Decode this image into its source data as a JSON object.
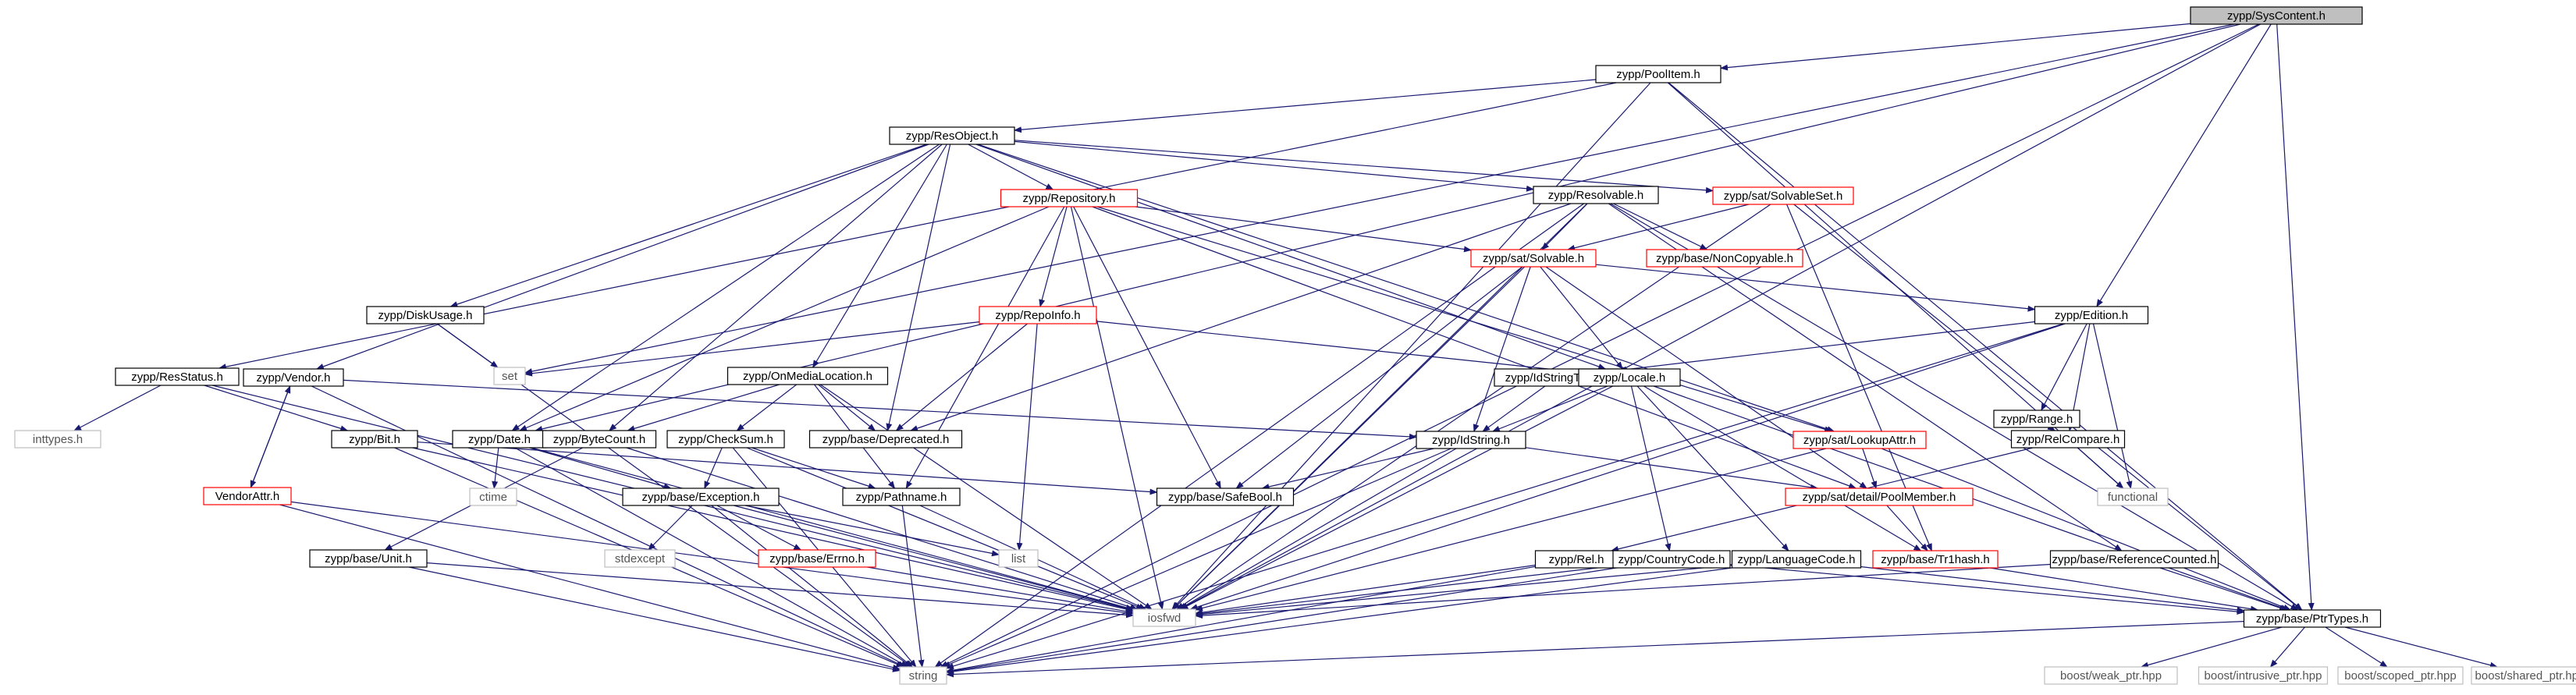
{
  "colors": {
    "edge": "#191970",
    "node_border_normal": "#000000",
    "node_border_missing": "#ff0000",
    "node_border_system": "#bfbfbf",
    "node_fill_root": "#bfbfbf",
    "node_text": "#000000",
    "system_text": "#555555"
  },
  "nodes": [
    {
      "id": "syscontent",
      "label": "zypp/SysContent.h",
      "kind": "root"
    },
    {
      "id": "poolitem",
      "label": "zypp/PoolItem.h",
      "kind": "normal"
    },
    {
      "id": "resobject",
      "label": "zypp/ResObject.h",
      "kind": "normal"
    },
    {
      "id": "repository",
      "label": "zypp/Repository.h",
      "kind": "missing"
    },
    {
      "id": "resolvable",
      "label": "zypp/Resolvable.h",
      "kind": "normal"
    },
    {
      "id": "solvableset",
      "label": "zypp/sat/SolvableSet.h",
      "kind": "missing"
    },
    {
      "id": "noncopyable",
      "label": "zypp/base/NonCopyable.h",
      "kind": "missing"
    },
    {
      "id": "solvable",
      "label": "zypp/sat/Solvable.h",
      "kind": "missing"
    },
    {
      "id": "repoinfo",
      "label": "zypp/RepoInfo.h",
      "kind": "missing"
    },
    {
      "id": "diskusage",
      "label": "zypp/DiskUsage.h",
      "kind": "normal"
    },
    {
      "id": "set",
      "label": "set",
      "kind": "system"
    },
    {
      "id": "edition",
      "label": "zypp/Edition.h",
      "kind": "normal"
    },
    {
      "id": "resstatus",
      "label": "zypp/ResStatus.h",
      "kind": "normal"
    },
    {
      "id": "vendor",
      "label": "zypp/Vendor.h",
      "kind": "normal"
    },
    {
      "id": "onmedialocation",
      "label": "zypp/OnMediaLocation.h",
      "kind": "normal"
    },
    {
      "id": "idstringtype",
      "label": "zypp/IdStringType.h",
      "kind": "normal"
    },
    {
      "id": "locale",
      "label": "zypp/Locale.h",
      "kind": "normal"
    },
    {
      "id": "range",
      "label": "zypp/Range.h",
      "kind": "normal"
    },
    {
      "id": "inttypes",
      "label": "inttypes.h",
      "kind": "system"
    },
    {
      "id": "bit",
      "label": "zypp/Bit.h",
      "kind": "normal"
    },
    {
      "id": "date",
      "label": "zypp/Date.h",
      "kind": "normal"
    },
    {
      "id": "bytecount",
      "label": "zypp/ByteCount.h",
      "kind": "normal"
    },
    {
      "id": "checksum",
      "label": "zypp/CheckSum.h",
      "kind": "normal"
    },
    {
      "id": "deprecated",
      "label": "zypp/base/Deprecated.h",
      "kind": "normal"
    },
    {
      "id": "idstring",
      "label": "zypp/IdString.h",
      "kind": "normal"
    },
    {
      "id": "lookupattr",
      "label": "zypp/sat/LookupAttr.h",
      "kind": "missing"
    },
    {
      "id": "relcompare",
      "label": "zypp/RelCompare.h",
      "kind": "normal"
    },
    {
      "id": "vendorattr",
      "label": "VendorAttr.h",
      "kind": "missing"
    },
    {
      "id": "ctime",
      "label": "ctime",
      "kind": "system"
    },
    {
      "id": "exception",
      "label": "zypp/base/Exception.h",
      "kind": "normal"
    },
    {
      "id": "pathname",
      "label": "zypp/Pathname.h",
      "kind": "normal"
    },
    {
      "id": "safebool",
      "label": "zypp/base/SafeBool.h",
      "kind": "normal"
    },
    {
      "id": "poolmember",
      "label": "zypp/sat/detail/PoolMember.h",
      "kind": "missing"
    },
    {
      "id": "functional",
      "label": "functional",
      "kind": "system"
    },
    {
      "id": "unit",
      "label": "zypp/base/Unit.h",
      "kind": "normal"
    },
    {
      "id": "stdexcept",
      "label": "stdexcept",
      "kind": "system"
    },
    {
      "id": "errno",
      "label": "zypp/base/Errno.h",
      "kind": "missing"
    },
    {
      "id": "list",
      "label": "list",
      "kind": "system"
    },
    {
      "id": "rel",
      "label": "zypp/Rel.h",
      "kind": "normal"
    },
    {
      "id": "countrycode",
      "label": "zypp/CountryCode.h",
      "kind": "normal"
    },
    {
      "id": "languagecode",
      "label": "zypp/LanguageCode.h",
      "kind": "normal"
    },
    {
      "id": "trhash",
      "label": "zypp/base/Tr1hash.h",
      "kind": "missing"
    },
    {
      "id": "refcounted",
      "label": "zypp/base/ReferenceCounted.h",
      "kind": "normal"
    },
    {
      "id": "iosfwd",
      "label": "iosfwd",
      "kind": "system"
    },
    {
      "id": "ptrtypes",
      "label": "zypp/base/PtrTypes.h",
      "kind": "normal"
    },
    {
      "id": "string",
      "label": "string",
      "kind": "system"
    },
    {
      "id": "weakptr",
      "label": "boost/weak_ptr.hpp",
      "kind": "system"
    },
    {
      "id": "intrusiveptr",
      "label": "boost/intrusive_ptr.hpp",
      "kind": "system"
    },
    {
      "id": "scopedptr",
      "label": "boost/scoped_ptr.hpp",
      "kind": "system"
    },
    {
      "id": "sharedptr",
      "label": "boost/shared_ptr.hpp",
      "kind": "system"
    }
  ],
  "edges": [
    [
      "syscontent",
      "poolitem"
    ],
    [
      "syscontent",
      "edition"
    ],
    [
      "syscontent",
      "set"
    ],
    [
      "syscontent",
      "iosfwd"
    ],
    [
      "syscontent",
      "date"
    ],
    [
      "syscontent",
      "ptrtypes"
    ],
    [
      "syscontent",
      "string"
    ],
    [
      "poolitem",
      "resobject"
    ],
    [
      "poolitem",
      "resstatus"
    ],
    [
      "poolitem",
      "iosfwd"
    ],
    [
      "poolitem",
      "ptrtypes"
    ],
    [
      "poolitem",
      "functional"
    ],
    [
      "resobject",
      "repository"
    ],
    [
      "resobject",
      "resolvable"
    ],
    [
      "resobject",
      "solvableset"
    ],
    [
      "resobject",
      "lookupattr"
    ],
    [
      "resobject",
      "locale"
    ],
    [
      "resobject",
      "diskusage"
    ],
    [
      "resobject",
      "vendor"
    ],
    [
      "resobject",
      "onmedialocation"
    ],
    [
      "resobject",
      "bytecount"
    ],
    [
      "resobject",
      "date"
    ],
    [
      "resobject",
      "deprecated"
    ],
    [
      "repository",
      "solvable"
    ],
    [
      "repository",
      "repoinfo"
    ],
    [
      "repository",
      "pathname"
    ],
    [
      "repository",
      "date"
    ],
    [
      "repository",
      "iosfwd"
    ],
    [
      "repository",
      "safebool"
    ],
    [
      "repository",
      "poolmember"
    ],
    [
      "repository",
      "lookupattr"
    ],
    [
      "resolvable",
      "solvable"
    ],
    [
      "resolvable",
      "noncopyable"
    ],
    [
      "resolvable",
      "iosfwd"
    ],
    [
      "resolvable",
      "ptrtypes"
    ],
    [
      "resolvable",
      "deprecated"
    ],
    [
      "resolvable",
      "string"
    ],
    [
      "resolvable",
      "refcounted"
    ],
    [
      "solvableset",
      "solvable"
    ],
    [
      "solvableset",
      "trhash"
    ],
    [
      "solvableset",
      "iosfwd"
    ],
    [
      "solvableset",
      "ptrtypes"
    ],
    [
      "solvable",
      "idstring"
    ],
    [
      "solvable",
      "locale"
    ],
    [
      "solvable",
      "poolmember"
    ],
    [
      "solvable",
      "iosfwd"
    ],
    [
      "solvable",
      "edition"
    ],
    [
      "solvable",
      "safebool"
    ],
    [
      "repoinfo",
      "set"
    ],
    [
      "repoinfo",
      "deprecated"
    ],
    [
      "repoinfo",
      "list"
    ],
    [
      "repoinfo",
      "locale"
    ],
    [
      "diskusage",
      "set"
    ],
    [
      "diskusage",
      "string"
    ],
    [
      "edition",
      "idstringtype"
    ],
    [
      "edition",
      "range"
    ],
    [
      "edition",
      "relcompare"
    ],
    [
      "edition",
      "functional"
    ],
    [
      "edition",
      "iosfwd"
    ],
    [
      "edition",
      "string"
    ],
    [
      "resstatus",
      "inttypes"
    ],
    [
      "resstatus",
      "bit"
    ],
    [
      "resstatus",
      "iosfwd"
    ],
    [
      "vendor",
      "idstring"
    ],
    [
      "vendor",
      "vendorattr"
    ],
    [
      "vendor",
      "string"
    ],
    [
      "onmedialocation",
      "checksum"
    ],
    [
      "onmedialocation",
      "pathname"
    ],
    [
      "onmedialocation",
      "bytecount"
    ],
    [
      "onmedialocation",
      "deprecated"
    ],
    [
      "onmedialocation",
      "iosfwd"
    ],
    [
      "idstringtype",
      "idstring"
    ],
    [
      "locale",
      "idstring"
    ],
    [
      "locale",
      "countrycode"
    ],
    [
      "locale",
      "languagecode"
    ],
    [
      "locale",
      "trhash"
    ],
    [
      "locale",
      "ptrtypes"
    ],
    [
      "locale",
      "iosfwd"
    ],
    [
      "range",
      "relcompare"
    ],
    [
      "bit",
      "safebool"
    ],
    [
      "bit",
      "string"
    ],
    [
      "bit",
      "iosfwd"
    ],
    [
      "date",
      "ctime"
    ],
    [
      "date",
      "exception"
    ],
    [
      "date",
      "iosfwd"
    ],
    [
      "date",
      "string"
    ],
    [
      "bytecount",
      "unit"
    ],
    [
      "bytecount",
      "iosfwd"
    ],
    [
      "checksum",
      "exception"
    ],
    [
      "checksum",
      "pathname"
    ],
    [
      "checksum",
      "iosfwd"
    ],
    [
      "checksum",
      "string"
    ],
    [
      "idstring",
      "safebool"
    ],
    [
      "idstring",
      "poolmember"
    ],
    [
      "idstring",
      "iosfwd"
    ],
    [
      "idstring",
      "string"
    ],
    [
      "lookupattr",
      "poolmember"
    ],
    [
      "lookupattr",
      "ptrtypes"
    ],
    [
      "lookupattr",
      "iosfwd"
    ],
    [
      "relcompare",
      "functional"
    ],
    [
      "relcompare",
      "rel"
    ],
    [
      "vendorattr",
      "vendor"
    ],
    [
      "vendorattr",
      "iosfwd"
    ],
    [
      "vendorattr",
      "string"
    ],
    [
      "exception",
      "stdexcept"
    ],
    [
      "exception",
      "errno"
    ],
    [
      "exception",
      "list"
    ],
    [
      "exception",
      "iosfwd"
    ],
    [
      "exception",
      "string"
    ],
    [
      "pathname",
      "iosfwd"
    ],
    [
      "pathname",
      "string"
    ],
    [
      "poolmember",
      "trhash"
    ],
    [
      "unit",
      "iosfwd"
    ],
    [
      "unit",
      "string"
    ],
    [
      "errno",
      "iosfwd"
    ],
    [
      "rel",
      "iosfwd"
    ],
    [
      "rel",
      "string"
    ],
    [
      "countrycode",
      "iosfwd"
    ],
    [
      "countrycode",
      "string"
    ],
    [
      "countrycode",
      "ptrtypes"
    ],
    [
      "languagecode",
      "iosfwd"
    ],
    [
      "languagecode",
      "string"
    ],
    [
      "languagecode",
      "ptrtypes"
    ],
    [
      "trhash",
      "ptrtypes"
    ],
    [
      "refcounted",
      "ptrtypes"
    ],
    [
      "refcounted",
      "iosfwd"
    ],
    [
      "ptrtypes",
      "string"
    ],
    [
      "ptrtypes",
      "weakptr"
    ],
    [
      "ptrtypes",
      "intrusiveptr"
    ],
    [
      "ptrtypes",
      "scopedptr"
    ],
    [
      "ptrtypes",
      "sharedptr"
    ]
  ]
}
